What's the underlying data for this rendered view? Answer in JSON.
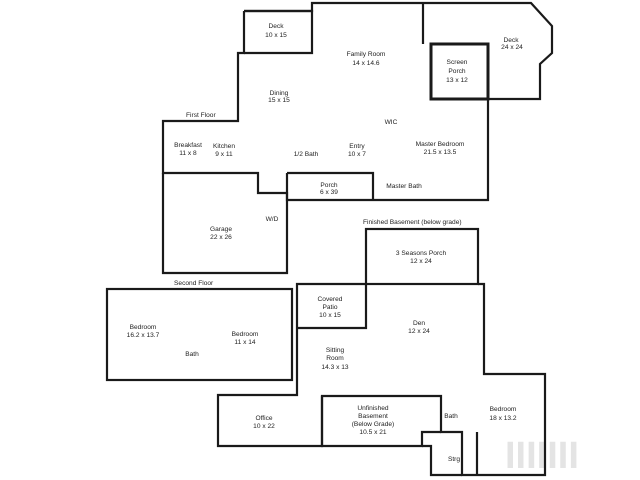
{
  "watermark": "IIIIIII",
  "floors": {
    "first_floor": "First Floor",
    "second_floor": "Second Floor",
    "basement": "Finished Basement (below grade)"
  },
  "rooms": {
    "deck_small": {
      "name": "Deck",
      "dim": "10 x 15"
    },
    "family_room": {
      "name": "Family Room",
      "dim": "14 x 14.6"
    },
    "deck_large": {
      "name": "Deck",
      "dim": "24 x 24"
    },
    "screen_porch": {
      "name": "Screen",
      "name2": "Porch",
      "dim": "13 x 12"
    },
    "dining": {
      "name": "Dining",
      "dim": "15 x 15"
    },
    "wic": {
      "name": "WIC"
    },
    "breakfast": {
      "name": "Breakfast",
      "dim": "11 x 8"
    },
    "kitchen": {
      "name": "Kitchen",
      "dim": "9 x 11"
    },
    "half_bath": {
      "name": "1/2 Bath"
    },
    "entry": {
      "name": "Entry",
      "dim": "10 x 7"
    },
    "master_bedroom": {
      "name": "Master Bedroom",
      "dim": "21.5 x 13.5"
    },
    "porch": {
      "name": "Porch",
      "dim": "6 x 39"
    },
    "master_bath": {
      "name": "Master Bath"
    },
    "wd": {
      "name": "W/D"
    },
    "garage": {
      "name": "Garage",
      "dim": "22 x 26"
    },
    "three_season": {
      "name": "3 Seasons Porch",
      "dim": "12 x 24"
    },
    "bedroom_a": {
      "name": "Bedroom",
      "dim": "16.2 x 13.7"
    },
    "bedroom_b": {
      "name": "Bedroom",
      "dim": "11 x 14"
    },
    "bath_second": {
      "name": "Bath"
    },
    "covered_patio": {
      "name": "Covered",
      "name2": "Patio",
      "dim": "10 x 15"
    },
    "den": {
      "name": "Den",
      "dim": "12 x 24"
    },
    "sitting_room": {
      "name": "Sitting",
      "name2": "Room",
      "dim": "14.3 x 13"
    },
    "office": {
      "name": "Office",
      "dim": "10 x 22"
    },
    "unfinished": {
      "name": "Unfinished",
      "name2": "Basement",
      "name3": "(Below Grade)",
      "dim": "10.5 x 21"
    },
    "bath_basement": {
      "name": "Bath"
    },
    "bedroom_basement": {
      "name": "Bedroom",
      "dim": "18 x 13.2"
    },
    "strg": {
      "name": "Strg"
    }
  }
}
